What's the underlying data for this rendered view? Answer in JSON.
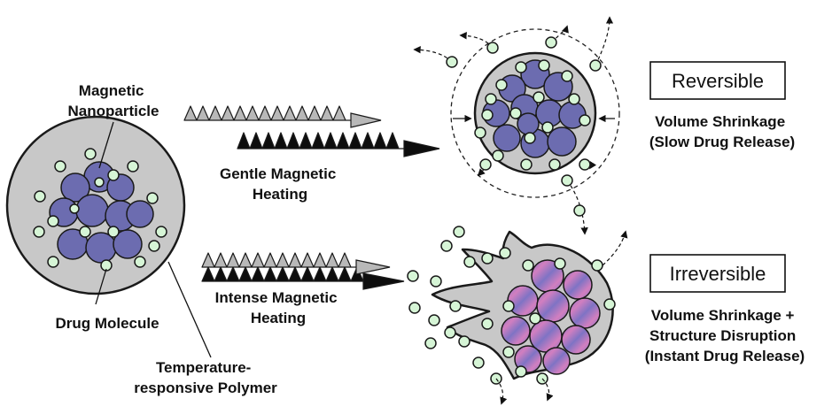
{
  "labels": {
    "magnetic_nanoparticle": [
      "Magnetic",
      "Nanoparticle"
    ],
    "drug_molecule": "Drug Molecule",
    "polymer": [
      "Temperature-",
      "responsive Polymer"
    ],
    "gentle_heating": [
      "Gentle Magnetic",
      "Heating"
    ],
    "intense_heating": [
      "Intense Magnetic",
      "Heating"
    ],
    "reversible": "Reversible",
    "irreversible": "Irreversible",
    "reversible_caption": [
      "Volume Shrinkage",
      "(Slow Drug Release)"
    ],
    "irreversible_caption": [
      "Volume Shrinkage +",
      "Structure Disruption",
      "(Instant Drug Release)"
    ]
  },
  "colors": {
    "polymer_fill": "#c8c8c8",
    "nanoparticle_fill": "#6c6cb0",
    "drug_fill": "#d6f5d6",
    "stroke": "#1a1a1a",
    "arrow_light": "#b8b8b8",
    "arrow_dark": "#0d0d0d",
    "heated_particle": "#c77bbd"
  }
}
